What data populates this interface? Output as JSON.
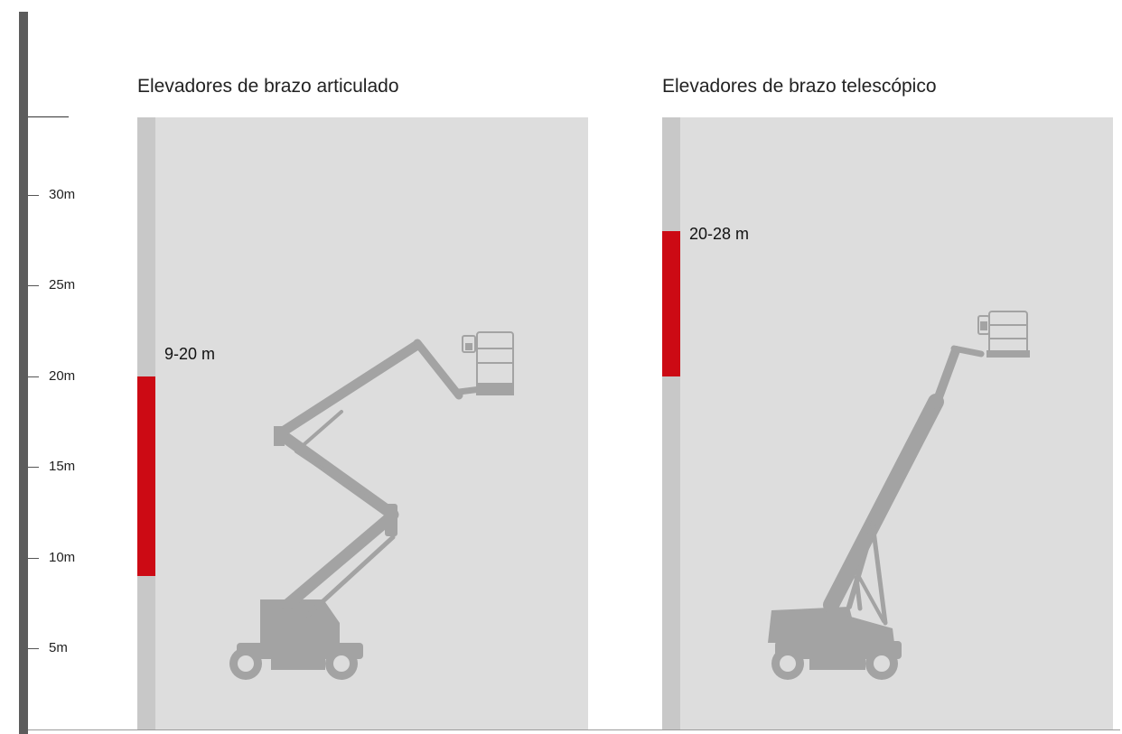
{
  "scale": {
    "ticks": [
      {
        "value": 30,
        "label": "30m"
      },
      {
        "value": 25,
        "label": "25m"
      },
      {
        "value": 20,
        "label": "20m"
      },
      {
        "value": 15,
        "label": "15m"
      },
      {
        "value": 10,
        "label": "10m"
      },
      {
        "value": 5,
        "label": "5m"
      }
    ]
  },
  "panels": [
    {
      "title": "Elevadores de brazo articulado",
      "range": {
        "min": 9,
        "max": 20,
        "label": "9-20 m"
      },
      "machine_icon": "articulated-boom-lift-icon"
    },
    {
      "title": "Elevadores de brazo telescópico",
      "range": {
        "min": 20,
        "max": 28,
        "label": "20-28 m"
      },
      "machine_icon": "telescopic-boom-lift-icon"
    }
  ],
  "colors": {
    "axis": "#5c5c5c",
    "panel_background": "#dddddd",
    "strip": "#c8c8c8",
    "range_highlight": "#cc0a14",
    "machine_silhouette": "#a3a3a3"
  }
}
